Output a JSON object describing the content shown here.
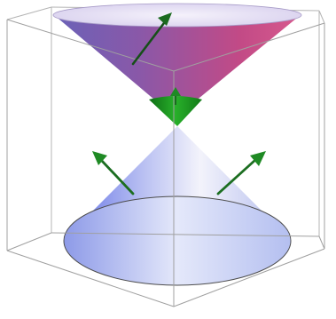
{
  "figure": {
    "type": "3d-double-cone-diagram",
    "elements": [
      "bounding-box",
      "upper-cone",
      "lower-cone",
      "vertex-region",
      "normal-arrows"
    ]
  },
  "colors": {
    "background": "#ffffff",
    "box_edge": "#a8a8a8",
    "upper_cone_magenta": "#c5487e",
    "upper_cone_purple": "#6e5ab0",
    "upper_cone_rim": "#e6e0f4",
    "lower_cone_blue": "#6f7de8",
    "lower_cone_light": "#f2f2fb",
    "lower_base": "#b8c4f2",
    "vertex_green": "#1f9a1f",
    "arrow_green": "#1d7a1d"
  },
  "arrows": [
    {
      "label": "upper-cone-normal"
    },
    {
      "label": "lower-cone-left-normal"
    },
    {
      "label": "lower-cone-right-normal"
    },
    {
      "label": "vertex-normal"
    }
  ]
}
